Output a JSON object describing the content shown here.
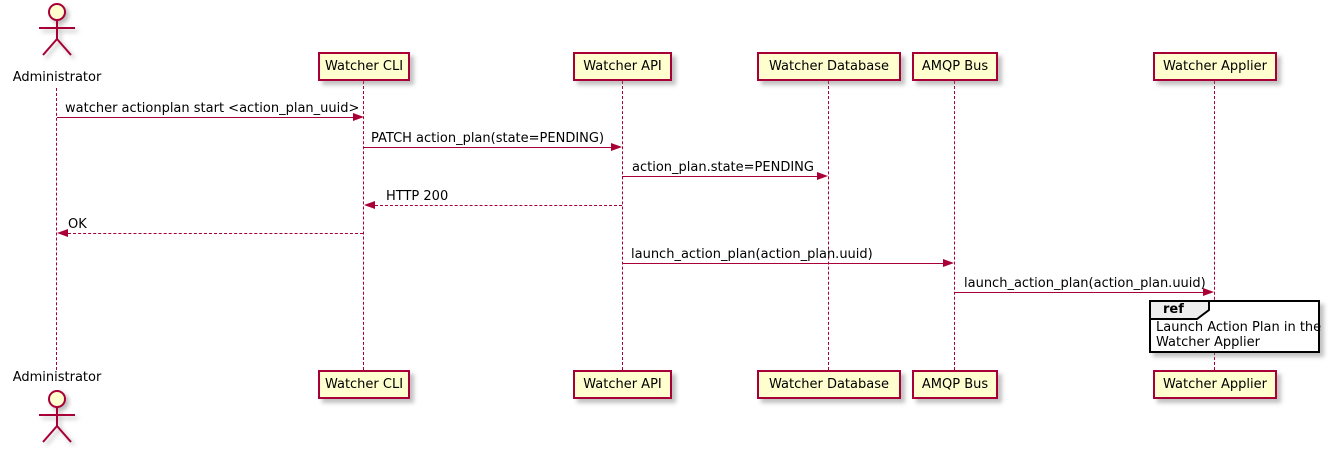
{
  "diagram": {
    "type": "sequence",
    "tool_style": "plantuml",
    "actor": {
      "name": "Administrator"
    },
    "participants": [
      {
        "label": "Watcher CLI"
      },
      {
        "label": "Watcher API"
      },
      {
        "label": "Watcher Database"
      },
      {
        "label": "AMQP Bus"
      },
      {
        "label": "Watcher Applier"
      }
    ],
    "messages": [
      {
        "from": "Administrator",
        "to": "Watcher CLI",
        "text": "watcher actionplan start <action_plan_uuid>",
        "line": "solid",
        "direction": "right"
      },
      {
        "from": "Watcher CLI",
        "to": "Watcher API",
        "text": "PATCH action_plan(state=PENDING)",
        "line": "solid",
        "direction": "right"
      },
      {
        "from": "Watcher API",
        "to": "Watcher Database",
        "text": "action_plan.state=PENDING",
        "line": "solid",
        "direction": "right"
      },
      {
        "from": "Watcher API",
        "to": "Watcher CLI",
        "text": "HTTP 200",
        "line": "dashed",
        "direction": "left"
      },
      {
        "from": "Watcher CLI",
        "to": "Administrator",
        "text": "OK",
        "line": "dashed",
        "direction": "left"
      },
      {
        "from": "Watcher API",
        "to": "AMQP Bus",
        "text": "launch_action_plan(action_plan.uuid)",
        "line": "solid",
        "direction": "right"
      },
      {
        "from": "AMQP Bus",
        "to": "Watcher Applier",
        "text": "launch_action_plan(action_plan.uuid)",
        "line": "solid",
        "direction": "right"
      }
    ],
    "ref": {
      "keyword": "ref",
      "lines": {
        "0": "Launch Action Plan in the",
        "1": "Watcher Applier"
      }
    },
    "colors": {
      "participant_fill": "#FEFECE",
      "line_and_border": "#A80036",
      "ref_border": "#000000",
      "ref_tab_fill": "#EEEEEE",
      "background": "#FFFFFF"
    }
  }
}
